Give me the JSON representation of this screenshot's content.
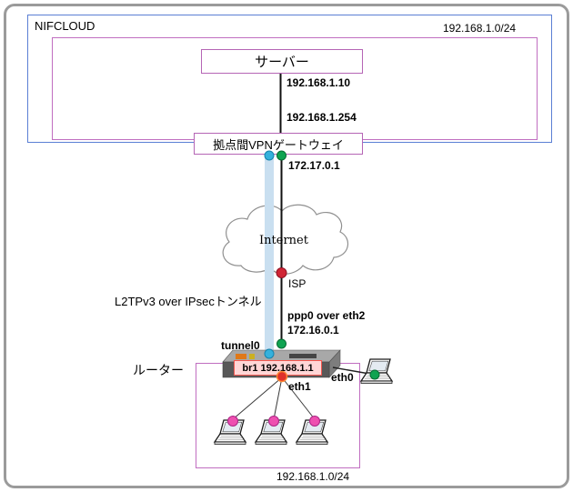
{
  "colors": {
    "frame_border": "#9b9b9b",
    "nifcloud_border": "#5b7fd4",
    "subnet_border": "#c06ec0",
    "node_border": "#b565b5",
    "tunnel_fill": "#c9dff0",
    "line": "#111111",
    "dot_cyan": "#35b1dc",
    "dot_green": "#0fa351",
    "dot_red": "#d02535",
    "dot_pink": "#ee4fb0",
    "br1_fill": "#ffd6d6",
    "br1_border": "#f4574f",
    "router_body": "#585858"
  },
  "nifcloud": {
    "label": "NIFCLOUD",
    "subnet": "192.168.1.0/24",
    "server_label": "サーバー",
    "server_ip": "192.168.1.10",
    "gateway_lan_ip": "192.168.1.254",
    "gateway_label": "拠点間VPNゲートウェイ",
    "gateway_wan_ip": "172.17.0.1"
  },
  "internet": {
    "label": "Internet",
    "isp_label": "ISP"
  },
  "tunnel": {
    "label": "L2TPv3 over IPsecトンネル"
  },
  "router": {
    "label": "ルーター",
    "wan_interface": "ppp0 over eth2",
    "wan_ip": "172.16.0.1",
    "tunnel_interface": "tunnel0",
    "bridge_label": "br1 192.168.1.1",
    "eth1_label": "eth1",
    "eth0_label": "eth0"
  },
  "lan": {
    "subnet": "192.168.1.0/24"
  }
}
